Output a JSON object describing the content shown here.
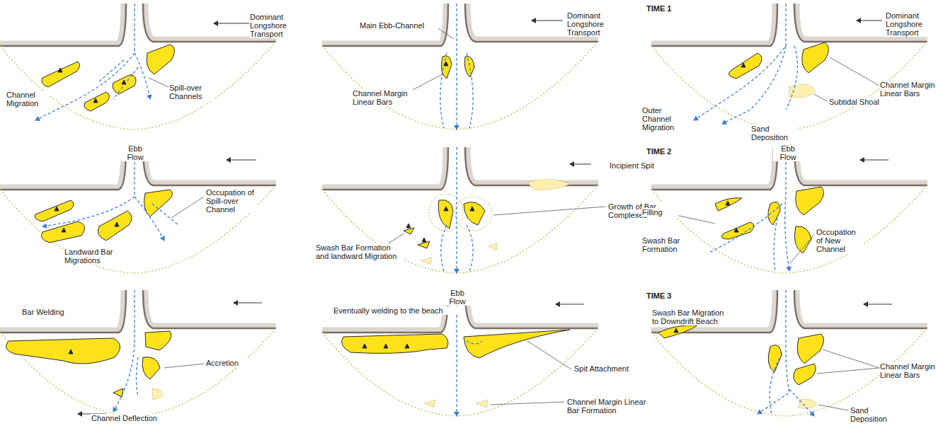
{
  "diagram": {
    "labels": [
      "Dominant Longshore Transport",
      "Channel Migration",
      "Spill-over Channels",
      "Ebb Flow",
      "Occupation of Spill-over Channel",
      "Landward Bar Migrations",
      "Bar Welding",
      "Accretion",
      "Channel Deflection",
      "Main Ebb-Channel",
      "Dominant Longshore Transport",
      "Channel Margin Linear Bars",
      "Incipient Spit",
      "Growth of Bar Complexes",
      "Swash Bar Formation and landward Migration",
      "Ebb Flow",
      "Eventually welding to the beach",
      "Spit Attachment",
      "Channel Margin Linear Bar Formation",
      "TIME 1",
      "Dominant Longshore Transport",
      "Channel Margin Linear Bars",
      "Outer Channel Migration",
      "Sand Deposition",
      "Subtidal Shoal",
      "TIME 2",
      "Ebb Flow",
      "Filling",
      "Swash Bar Formation",
      "Occupation of New Channel",
      "TIME 3",
      "Swash Bar Migration to Downdrift Beach",
      "Channel Margin Linear Bars",
      "Sand Deposition"
    ]
  }
}
